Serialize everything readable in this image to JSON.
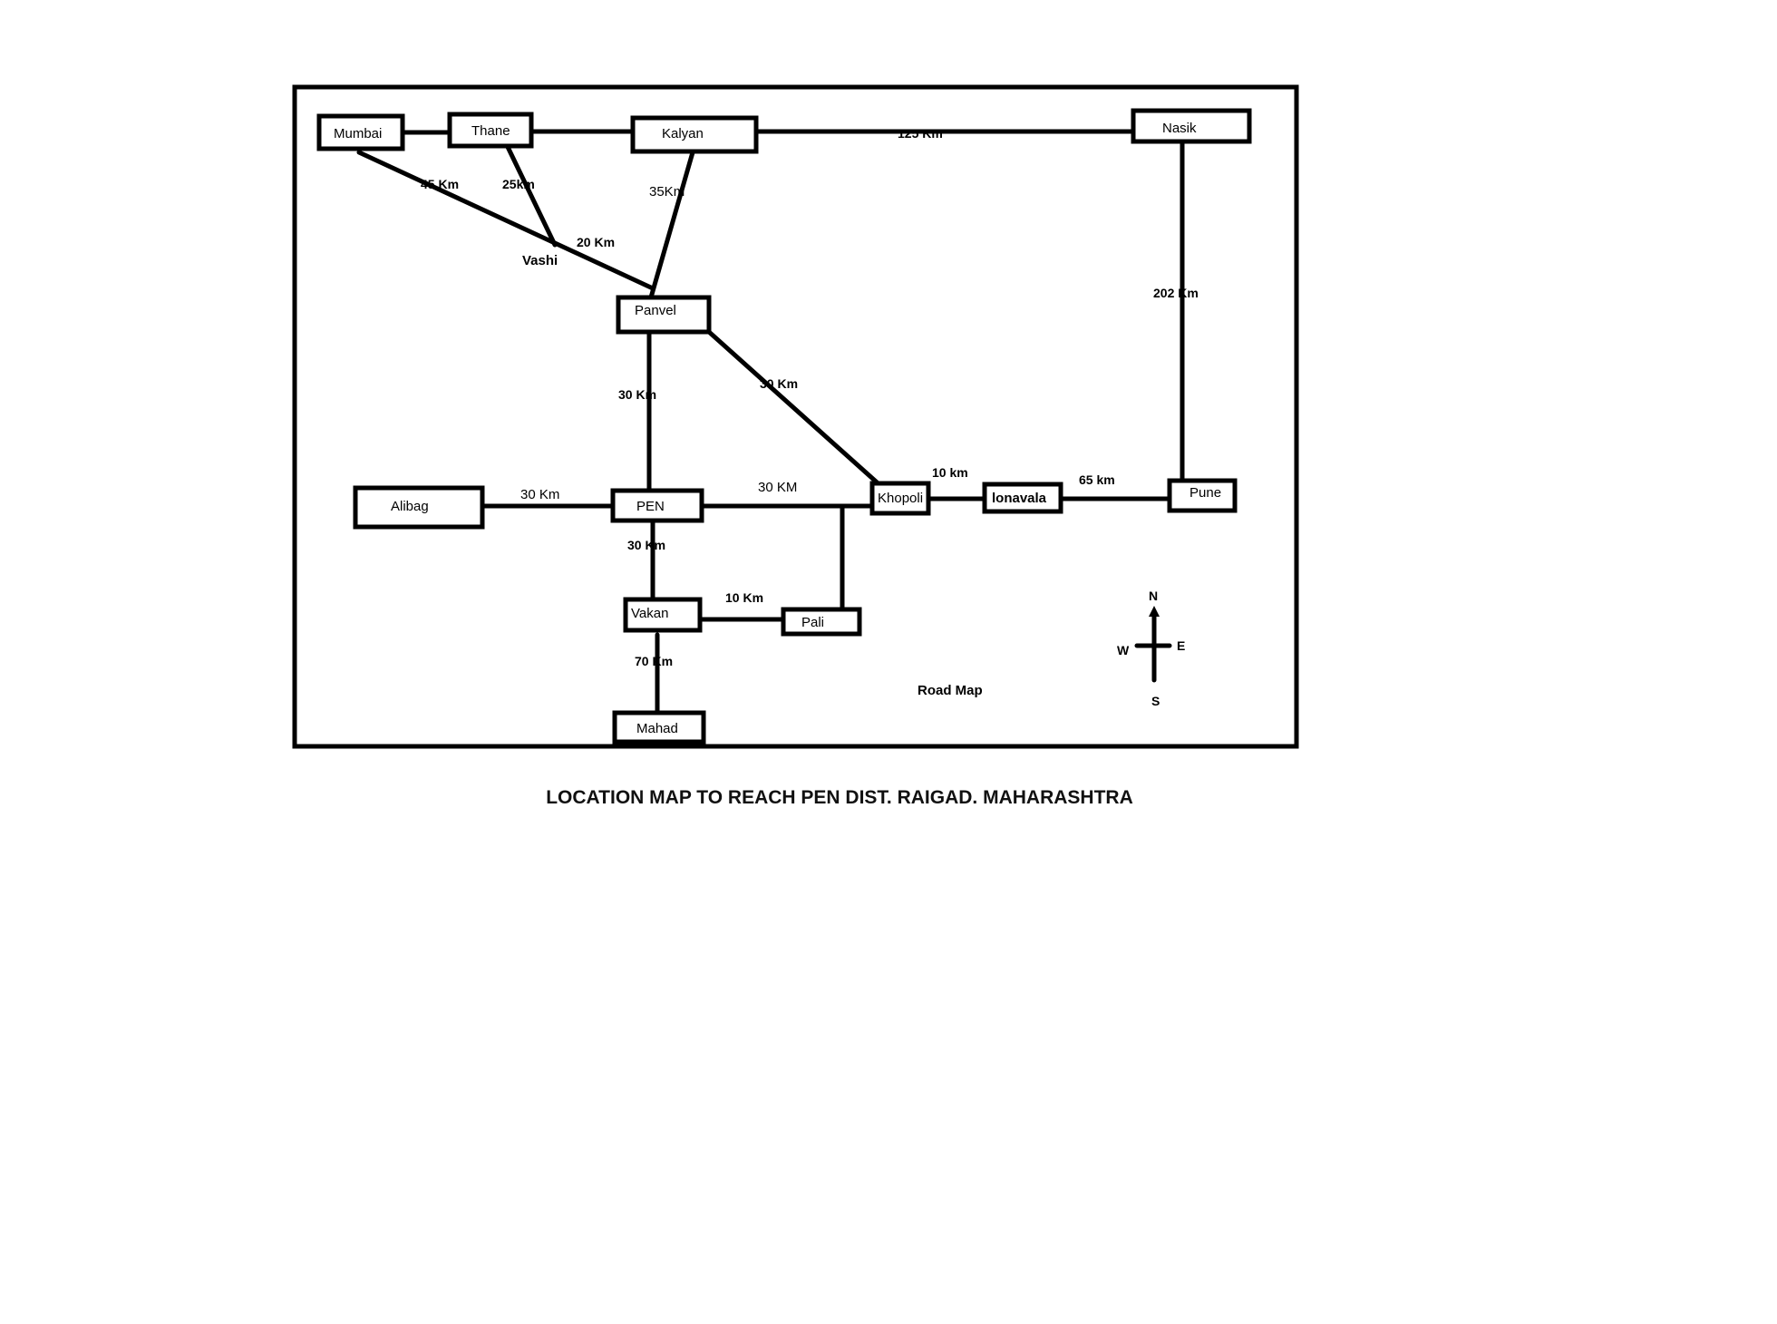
{
  "towns": {
    "mumbai": "Mumbai",
    "thane": "Thane",
    "kalyan": "Kalyan",
    "nasik": "Nasik",
    "panvel": "Panvel",
    "vashi": "Vashi",
    "alibag": "Alibag",
    "pen": "PEN",
    "khopoli": "Khopoli",
    "lonavala": "lonavala",
    "pune": "Pune",
    "vakan": "Vakan",
    "pali": "Pali",
    "mahad": "Mahad"
  },
  "distances": {
    "kalyan_nasik": "125 Km",
    "mumbai_panvel": "45 Km",
    "thane_vashi": "25km",
    "kalyan_panvel": "35Km",
    "vashi_panvel": "20 Km",
    "nasik_pune": "202 Km",
    "panvel_pen": "30 Km",
    "panvel_khopoli": "30 Km",
    "khopoli_lonavala": "10 km",
    "lonavala_pune": "65 km",
    "alibag_pen": "30 Km",
    "pen_khopoli": "30 KM",
    "pen_vakan": "30 Km",
    "vakan_pali": "10 Km",
    "vakan_mahad": "70 Km"
  },
  "compass": {
    "north": "N",
    "south": "S",
    "east": "E",
    "west": "W"
  },
  "road_map_label": "Road Map",
  "caption": "LOCATION MAP TO REACH PEN DIST. RAIGAD. MAHARASHTRA"
}
